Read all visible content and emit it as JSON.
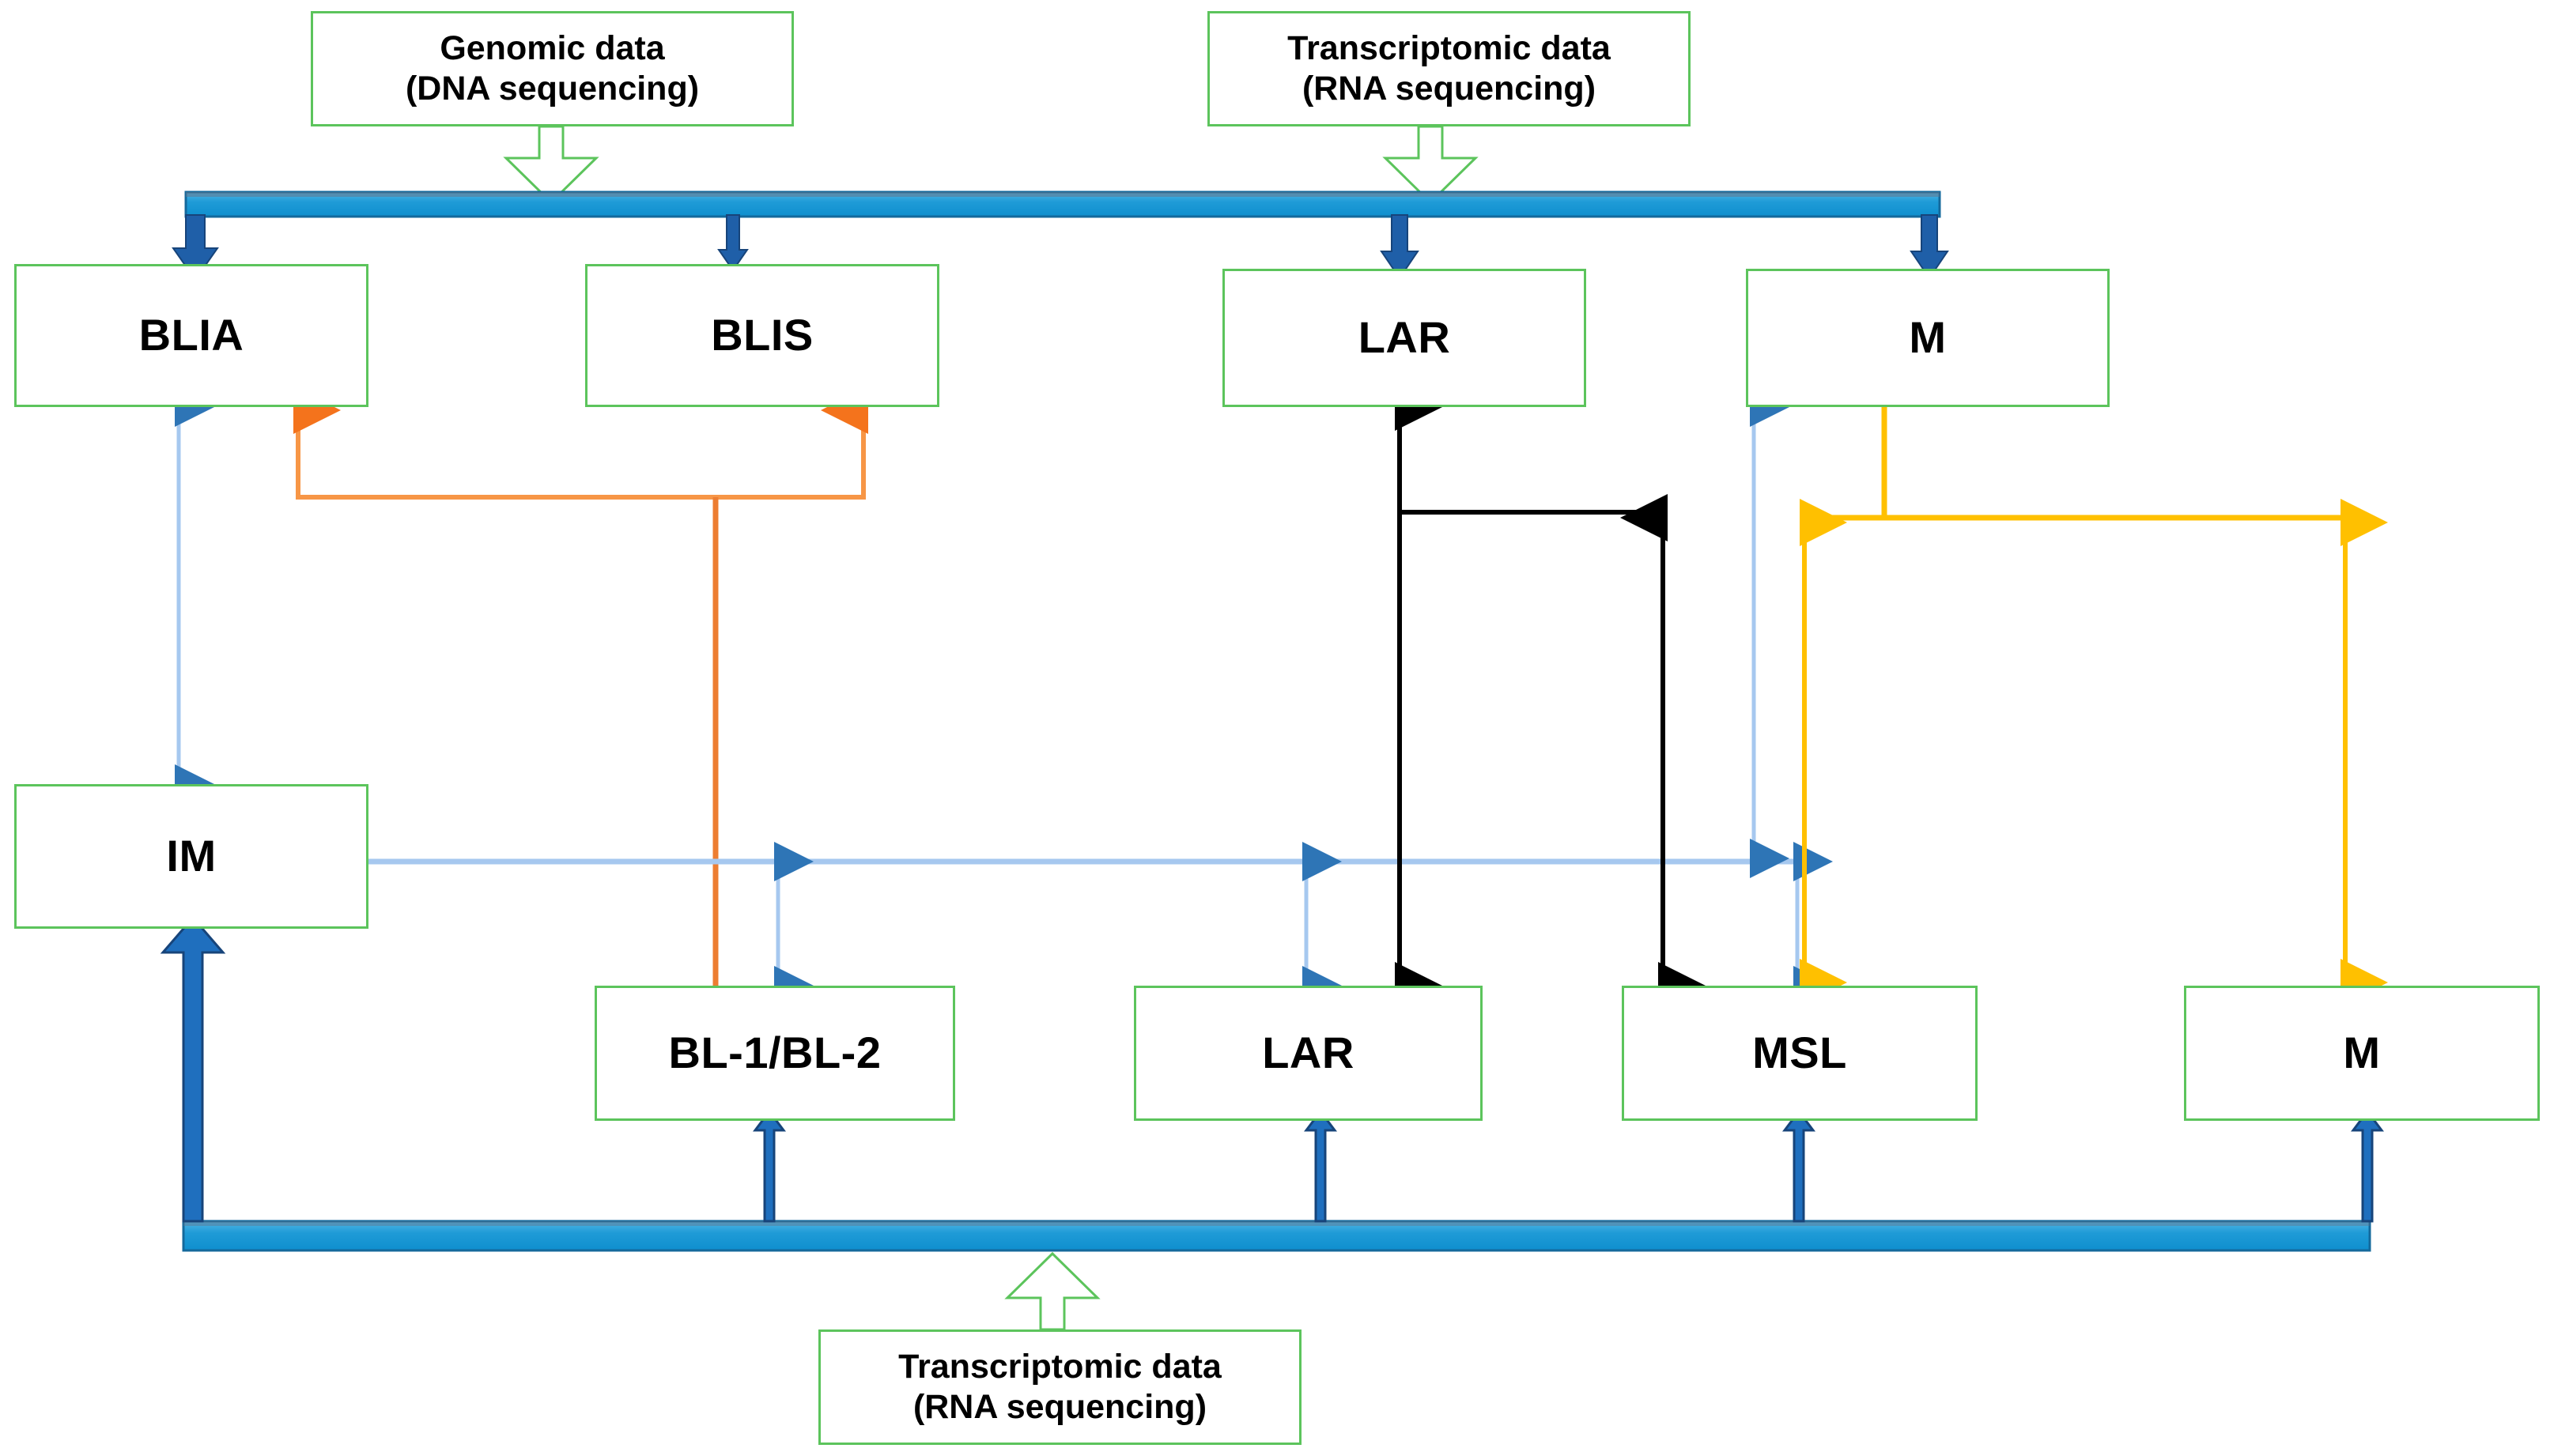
{
  "figure": {
    "type": "flow-diagram",
    "background": "#ffffff",
    "palette": {
      "box_border_green": "#5cc45c",
      "bus_blue": "#1f9bd7",
      "bus_blue_edge": "#1573a6",
      "arrow_dark_blue": "#1f5fa8",
      "connector_light_blue": "#a6c8ef",
      "connector_blue_head": "#2e75b6",
      "connector_orange": "#f79646",
      "connector_orange_head": "#f4731c",
      "connector_yellow": "#ffc000",
      "connector_black": "#000000",
      "text_black": "#000000"
    }
  },
  "data_sources": [
    {
      "id": "genomic-top",
      "line1": "Genomic data",
      "line2": "(DNA sequencing)"
    },
    {
      "id": "transcriptomic-top",
      "line1": "Transcriptomic data",
      "line2": "(RNA sequencing)"
    },
    {
      "id": "transcriptomic-bottom",
      "line1": "Transcriptomic data",
      "line2": "(RNA sequencing)"
    }
  ],
  "top_row_subtypes": [
    {
      "id": "blia",
      "label": "BLIA"
    },
    {
      "id": "blis",
      "label": "BLIS"
    },
    {
      "id": "lar-top",
      "label": "LAR"
    },
    {
      "id": "m-top",
      "label": "M"
    }
  ],
  "left_subtype": {
    "id": "im",
    "label": "IM"
  },
  "bottom_row_subtypes": [
    {
      "id": "bl1bl2",
      "label": "BL-1/BL-2"
    },
    {
      "id": "lar-bottom",
      "label": "LAR"
    },
    {
      "id": "msl",
      "label": "MSL"
    },
    {
      "id": "m-bottom",
      "label": "M"
    }
  ],
  "buses": [
    {
      "id": "top-bus",
      "feeds": [
        "BLIA",
        "BLIS",
        "LAR",
        "M"
      ]
    },
    {
      "id": "bottom-bus",
      "feeds": [
        "IM",
        "BL-1/BL-2",
        "LAR",
        "MSL",
        "M"
      ]
    }
  ],
  "correspondences": [
    {
      "color": "#a6c8ef",
      "from": "BLIA",
      "to": "IM",
      "style": "double-headed"
    },
    {
      "color": "#f4731c",
      "from": "BLIA",
      "to": "BLIS",
      "style": "double-headed"
    },
    {
      "color": "#f4731c",
      "from": "BLIS",
      "to": "BL-1/BL-2",
      "style": "line"
    },
    {
      "color": "#a6c8ef",
      "from": "IM",
      "to": "BL-1/BL-2",
      "style": "double-headed"
    },
    {
      "color": "#a6c8ef",
      "from": "IM",
      "to": "LAR",
      "style": "double-headed"
    },
    {
      "color": "#a6c8ef",
      "from": "IM",
      "to": "MSL",
      "style": "double-headed"
    },
    {
      "color": "#a6c8ef",
      "from": "M",
      "to": "MSL",
      "style": "double-headed"
    },
    {
      "color": "#000000",
      "from": "LAR",
      "to": "LAR",
      "style": "double-headed"
    },
    {
      "color": "#000000",
      "from": "LAR",
      "to": "MSL",
      "style": "double-headed"
    },
    {
      "color": "#ffc000",
      "from": "M",
      "to": "MSL",
      "style": "double-headed"
    },
    {
      "color": "#ffc000",
      "from": "M",
      "to": "M",
      "style": "double-headed"
    }
  ]
}
